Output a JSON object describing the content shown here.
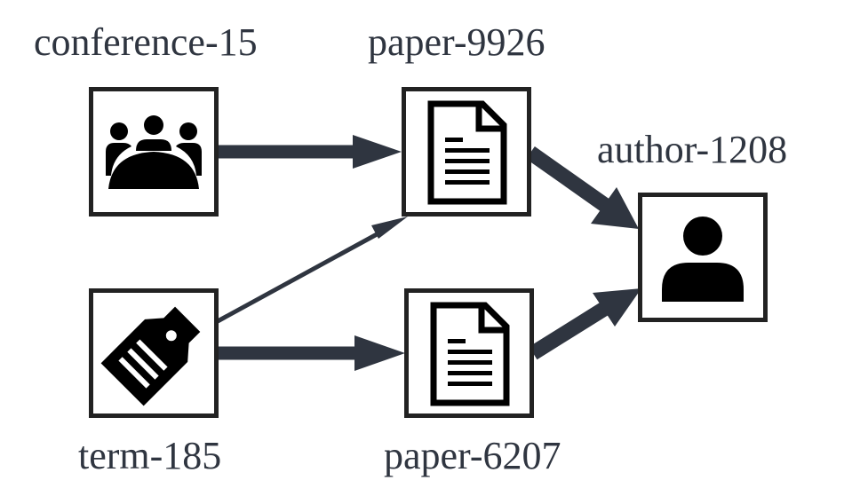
{
  "nodes": {
    "conference": {
      "label": "conference-15",
      "icon": "conference-people-icon"
    },
    "paper_top": {
      "label": "paper-9926",
      "icon": "document-icon"
    },
    "author": {
      "label": "author-1208",
      "icon": "person-icon"
    },
    "term": {
      "label": "term-185",
      "icon": "tag-icon"
    },
    "paper_bottom": {
      "label": "paper-6207",
      "icon": "document-icon"
    }
  },
  "edges": [
    {
      "from": "conference-15",
      "to": "paper-9926",
      "weight": "heavy"
    },
    {
      "from": "term-185",
      "to": "paper-9926",
      "weight": "light"
    },
    {
      "from": "term-185",
      "to": "paper-6207",
      "weight": "heavy"
    },
    {
      "from": "paper-9926",
      "to": "author-1208",
      "weight": "heavy"
    },
    {
      "from": "paper-6207",
      "to": "author-1208",
      "weight": "heavy"
    }
  ],
  "colors": {
    "edge": "#2f3540",
    "border": "#222222",
    "icon": "#000000",
    "label": "#2f3540"
  }
}
